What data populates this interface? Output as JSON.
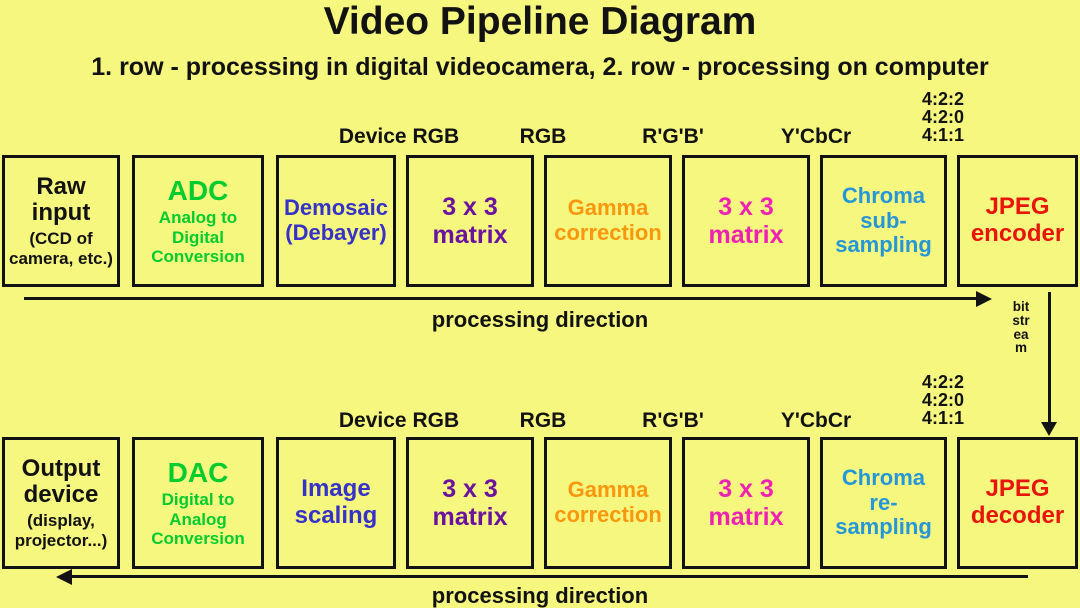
{
  "page": {
    "title": "Video Pipeline Diagram",
    "subtitle": "1. row - processing in digital videocamera, 2. row - processing on computer",
    "background_color": "#F6F77E",
    "line_color": "#121212"
  },
  "colorspace_labels": {
    "device_rgb": "Device RGB",
    "rgb": "RGB",
    "r_g_b_prime": "R'G'B'",
    "y_cbcr": "Y'CbCr",
    "chroma_ratios": [
      "4:2:2",
      "4:2:0",
      "4:1:1"
    ]
  },
  "bitstream_label": "bitstream",
  "row1": {
    "arrow_label": "processing direction",
    "boxes": [
      {
        "main": "Raw\ninput",
        "sub": "(CCD of\ncamera, etc.)",
        "color": "#121212"
      },
      {
        "main": "ADC",
        "sub": "Analog to\nDigital\nConversion",
        "color": "#00CC2E"
      },
      {
        "main": "Demosaic\n(Debayer)",
        "color": "#3632C8"
      },
      {
        "main": "3 x 3\nmatrix",
        "color": "#6B139E"
      },
      {
        "main": "Gamma\ncorrection",
        "color": "#F9970F"
      },
      {
        "main": "3 x 3\nmatrix",
        "color": "#EE22B2"
      },
      {
        "main": "Chroma\nsub-\nsampling",
        "color": "#2596D8"
      },
      {
        "main": "JPEG\nencoder",
        "color": "#E8150A"
      }
    ]
  },
  "row2": {
    "arrow_label": "processing direction",
    "boxes": [
      {
        "main": "Output\ndevice",
        "sub": "(display,\nprojector...)",
        "color": "#121212"
      },
      {
        "main": "DAC",
        "sub": "Digital to\nAnalog\nConversion",
        "color": "#00CC2E"
      },
      {
        "main": "Image\nscaling",
        "color": "#3632C8"
      },
      {
        "main": "3 x 3\nmatrix",
        "color": "#6B139E"
      },
      {
        "main": "Gamma\ncorrection",
        "color": "#F9970F"
      },
      {
        "main": "3 x 3\nmatrix",
        "color": "#EE22B2"
      },
      {
        "main": "Chroma\nre-\nsampling",
        "color": "#2596D8"
      },
      {
        "main": "JPEG\ndecoder",
        "color": "#E8150A"
      }
    ]
  }
}
